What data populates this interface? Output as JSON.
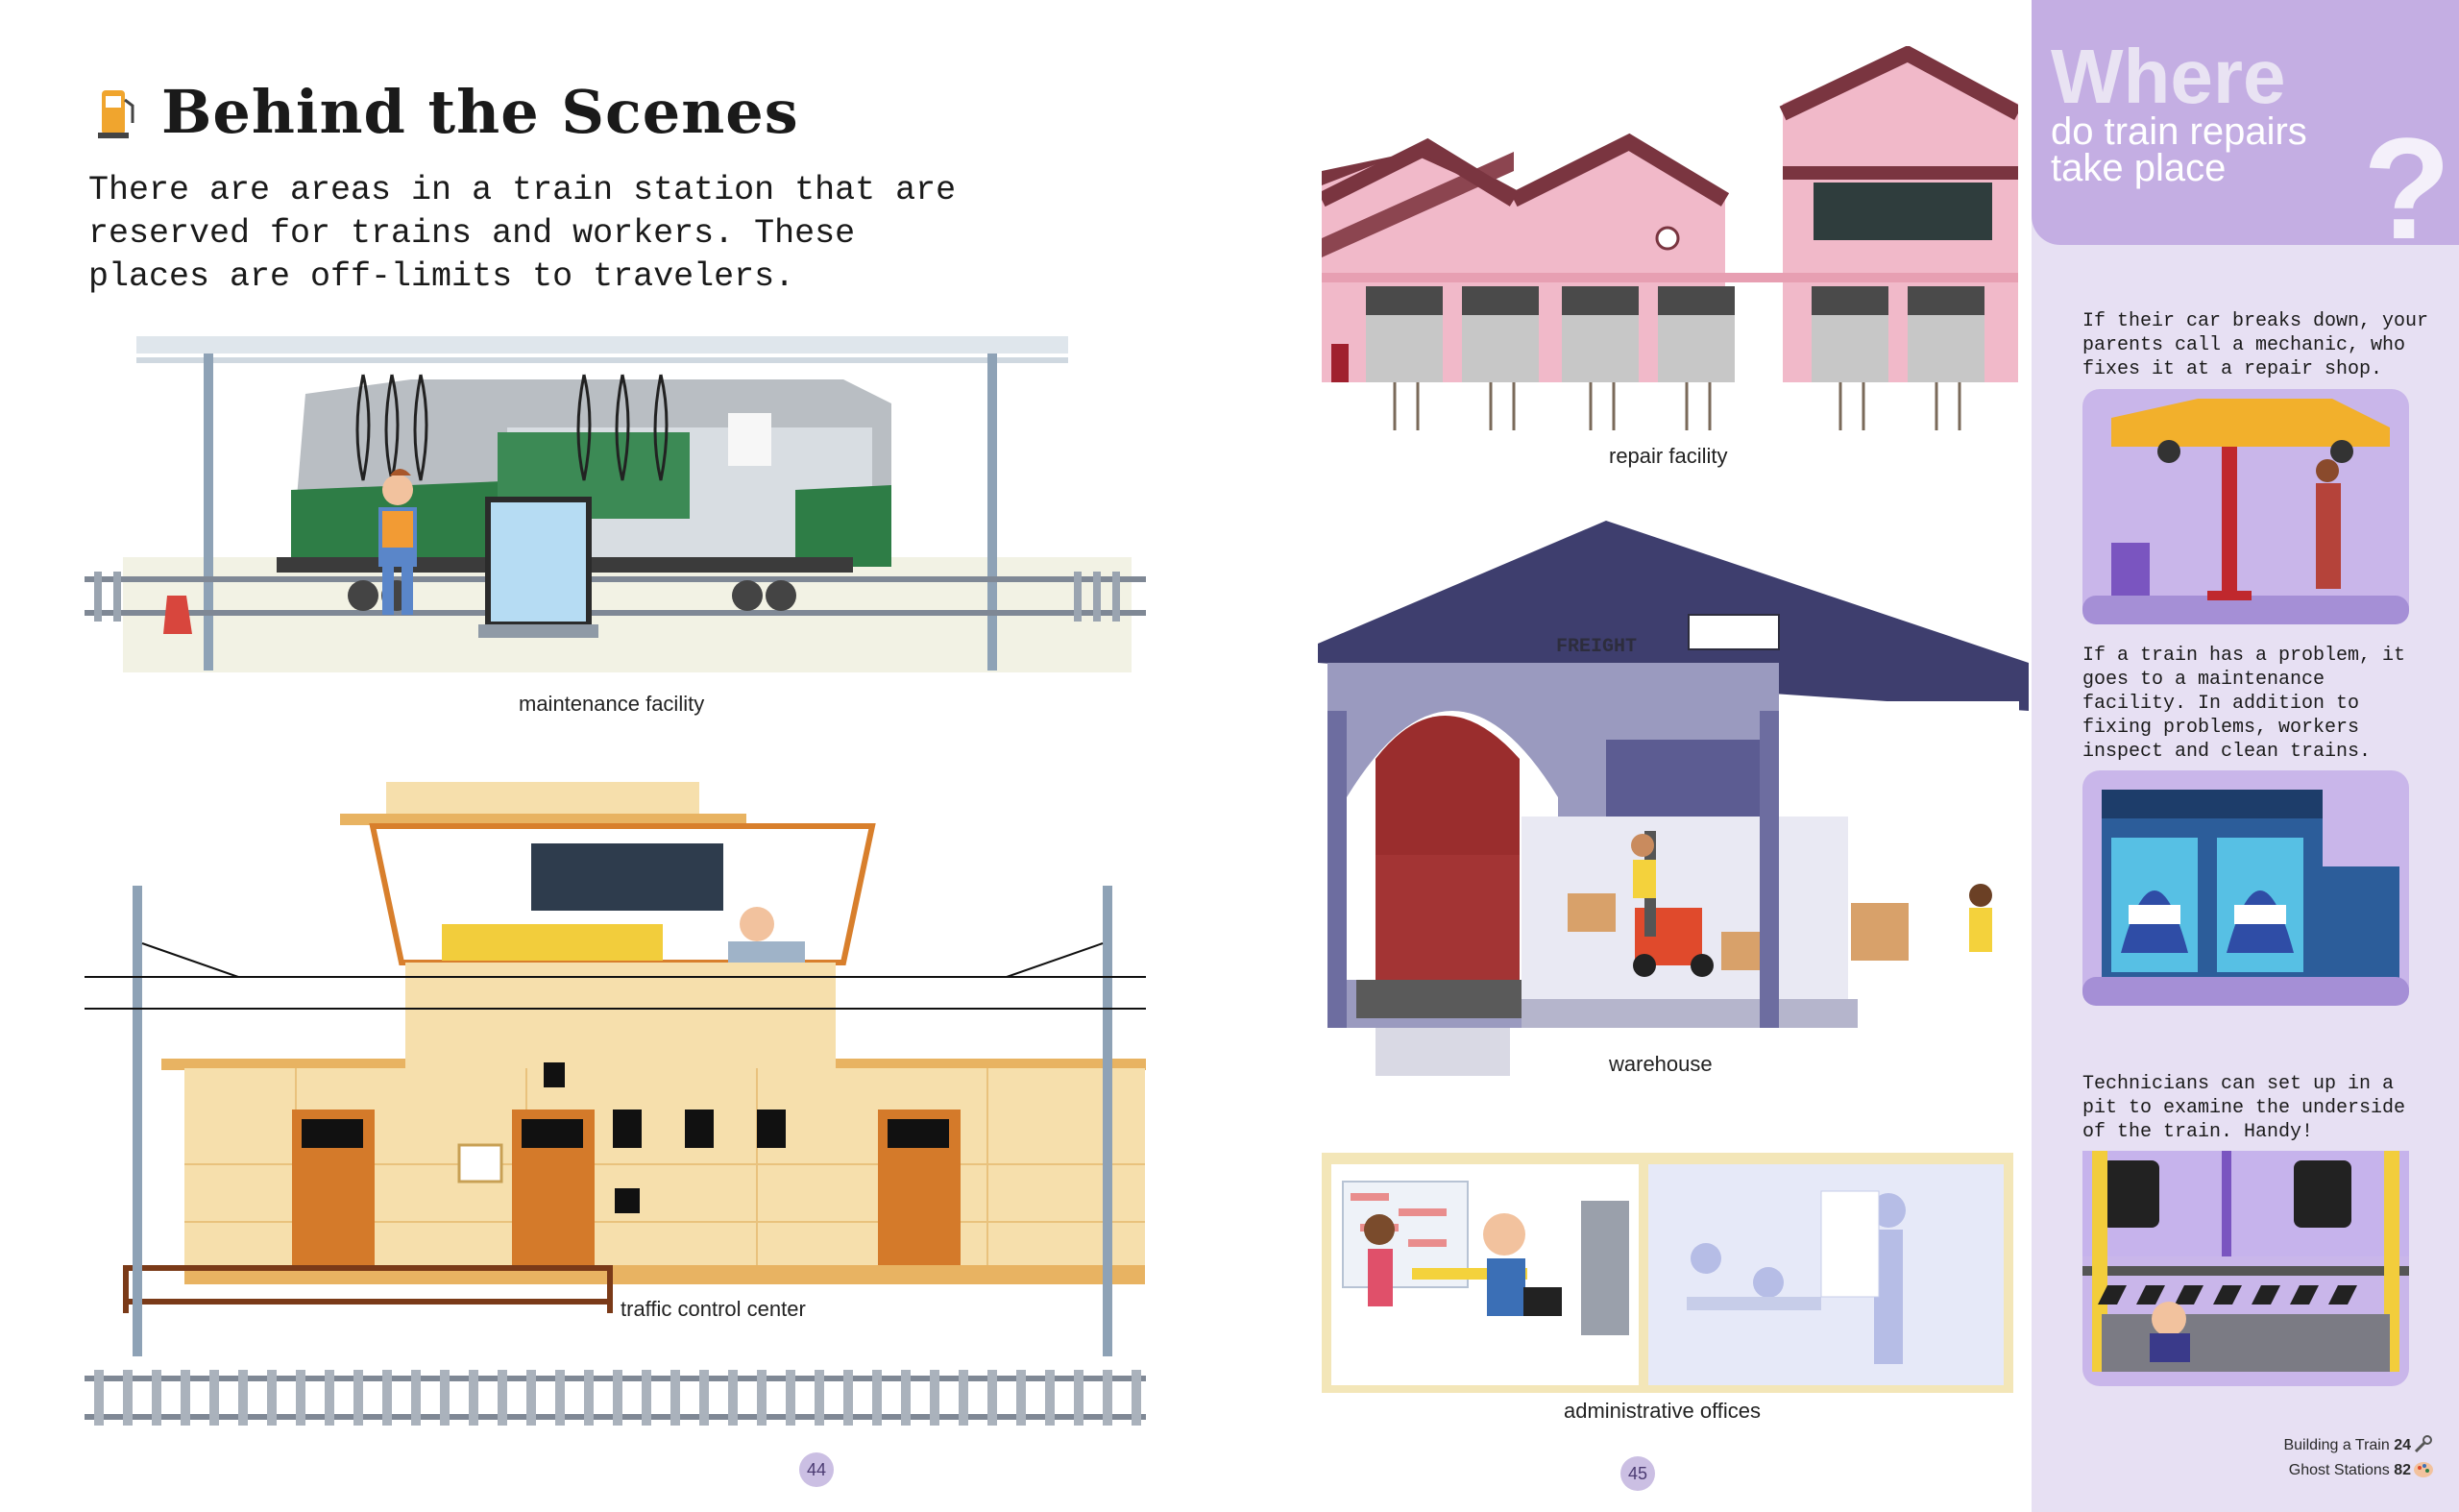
{
  "page": {
    "title": "Behind the Scenes",
    "intro": "There are areas in a train station that are reserved for trains and workers. These places are off-limits to travelers.",
    "page_left": "44",
    "page_right": "45"
  },
  "captions": {
    "maintenance": "maintenance facility",
    "traffic": "traffic control center",
    "repair": "repair facility",
    "warehouse": "warehouse",
    "freight_sign": "FREIGHT",
    "offices": "administrative offices"
  },
  "sidebar": {
    "where": "Where",
    "question": "do train repairs take place",
    "qmark": "?",
    "para1": "If their car breaks down, your parents call a mechanic, who fixes it at a repair shop.",
    "para2": "If a train has a problem, it goes to a maintenance facility. In addition to fixing problems, workers inspect and clean trains.",
    "para3": "Technicians can set up in a pit to examine the underside of the train. Handy!",
    "related": [
      {
        "label": "Building a Train",
        "page": "24"
      },
      {
        "label": "Ghost Stations",
        "page": "82"
      }
    ]
  },
  "icons": [
    "fuel-pump-icon",
    "wrench-icon",
    "paint-palette-icon"
  ],
  "colors": {
    "sidebar_bg": "#e7e0f3",
    "sidebar_head": "#c4aee3",
    "repair_pink": "#f1b9c9",
    "warehouse_roof": "#3e3e6e",
    "control_beige": "#f6dfac",
    "door_orange": "#d47a2a"
  }
}
